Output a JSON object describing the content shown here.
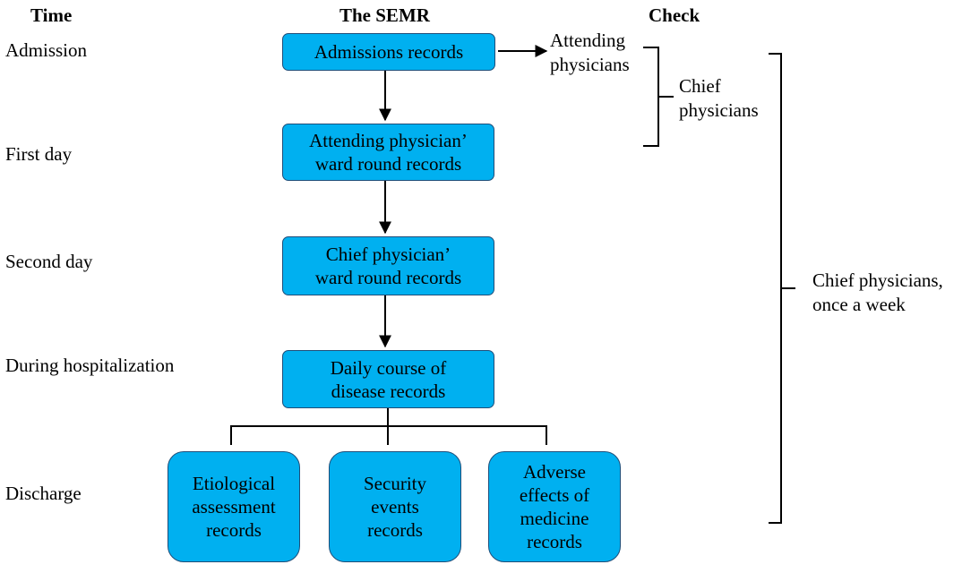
{
  "headers": {
    "time": "Time",
    "semr": "The SEMR",
    "check": "Check"
  },
  "times": {
    "admission": "Admission",
    "first_day": "First day",
    "second_day": "Second day",
    "during": "During hospitalization",
    "discharge": "Discharge"
  },
  "records": {
    "admissions": [
      "Admissions records"
    ],
    "attending_round": [
      "Attending physician’",
      "ward round records"
    ],
    "chief_round": [
      "Chief physician’",
      "ward round records"
    ],
    "daily_course": [
      "Daily course of",
      "disease records"
    ],
    "etiological": [
      "Etiological",
      "assessment",
      "records"
    ],
    "security": [
      "Security",
      "events",
      "records"
    ],
    "adverse": [
      "Adverse",
      "effects of",
      "medicine",
      "records"
    ]
  },
  "checks": {
    "attending": [
      "Attending",
      "physicians"
    ],
    "chief": [
      "Chief",
      "physicians"
    ],
    "weekly": [
      "Chief physicians,",
      "once a week"
    ]
  },
  "colors": {
    "box_fill": "#00b0f0",
    "box_border": "#1f4e79",
    "lines": "#000000"
  }
}
